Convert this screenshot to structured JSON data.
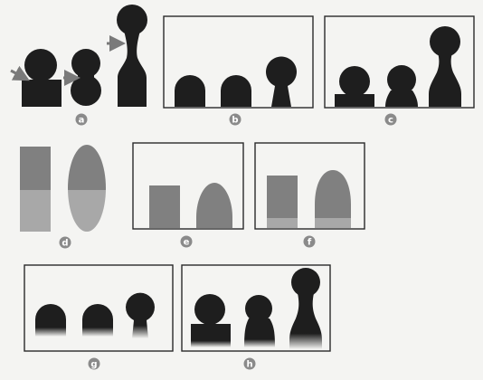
{
  "colors": {
    "background": "#f4f4f2",
    "shape": "#1e1e1e",
    "frame": "#2a2a2a",
    "arrow": "#7a7a7a",
    "label_circle": "#8a8a8a",
    "label_text": "#ffffff",
    "gray_top": "#808080",
    "gray_bottom": "#a8a8a8"
  },
  "panels": [
    {
      "id": "a",
      "label": "a"
    },
    {
      "id": "b",
      "label": "b"
    },
    {
      "id": "c",
      "label": "c"
    },
    {
      "id": "d",
      "label": "d"
    },
    {
      "id": "e",
      "label": "e"
    },
    {
      "id": "f",
      "label": "f"
    },
    {
      "id": "g",
      "label": "g"
    },
    {
      "id": "h",
      "label": "h"
    }
  ]
}
